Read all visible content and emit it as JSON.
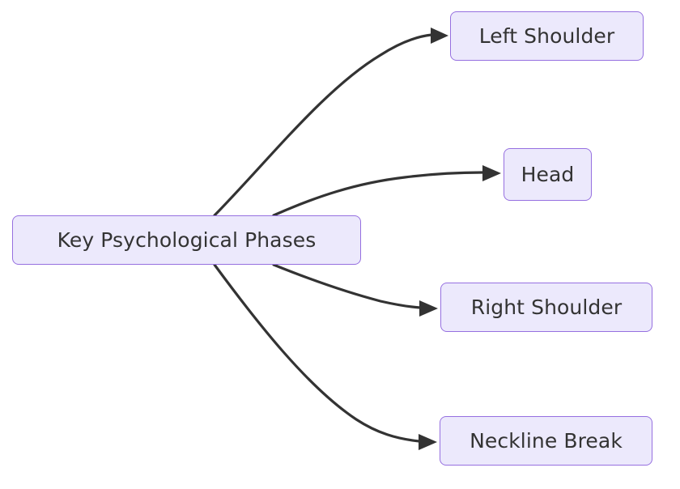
{
  "diagram": {
    "type": "flowchart",
    "direction": "left-to-right",
    "background_color": "#ffffff",
    "node_fill_color": "#ece9fc",
    "node_border_color": "#9670e0",
    "node_text_color": "#333333",
    "edge_color": "#333333",
    "root": {
      "id": "root",
      "label": "Key Psychological Phases"
    },
    "nodes": [
      {
        "id": "left-shoulder",
        "label": "Left Shoulder"
      },
      {
        "id": "head",
        "label": "Head"
      },
      {
        "id": "right-shoulder",
        "label": "Right Shoulder"
      },
      {
        "id": "neckline-break",
        "label": "Neckline Break"
      }
    ],
    "edges": [
      {
        "from": "root",
        "to": "left-shoulder",
        "label": "",
        "arrow": "triangle"
      },
      {
        "from": "root",
        "to": "head",
        "label": "",
        "arrow": "triangle"
      },
      {
        "from": "root",
        "to": "right-shoulder",
        "label": "",
        "arrow": "triangle"
      },
      {
        "from": "root",
        "to": "neckline-break",
        "label": "",
        "arrow": "triangle"
      }
    ]
  }
}
